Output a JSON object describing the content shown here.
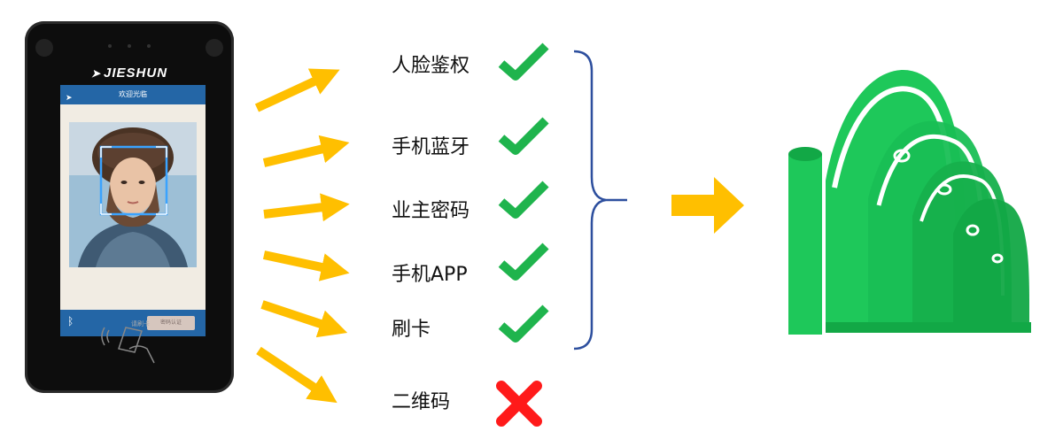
{
  "device": {
    "brand": "JIESHUN",
    "screen_title": "欢迎光临",
    "password_button": "密码认证",
    "card_hint": "请刷卡"
  },
  "methods": [
    {
      "label": "人脸鉴权",
      "status": "supported"
    },
    {
      "label": "手机蓝牙",
      "status": "supported"
    },
    {
      "label": "业主密码",
      "status": "supported"
    },
    {
      "label": "手机APP",
      "status": "supported"
    },
    {
      "label": "刷卡",
      "status": "supported"
    },
    {
      "label": "二维码",
      "status": "unsupported"
    }
  ],
  "colors": {
    "arrow": "#ffbf00",
    "check": "#1fb44d",
    "cross": "#ff1a1a",
    "brace": "#2d4f9e",
    "gate": "#1ec85a",
    "gate_dark": "#12a846"
  }
}
